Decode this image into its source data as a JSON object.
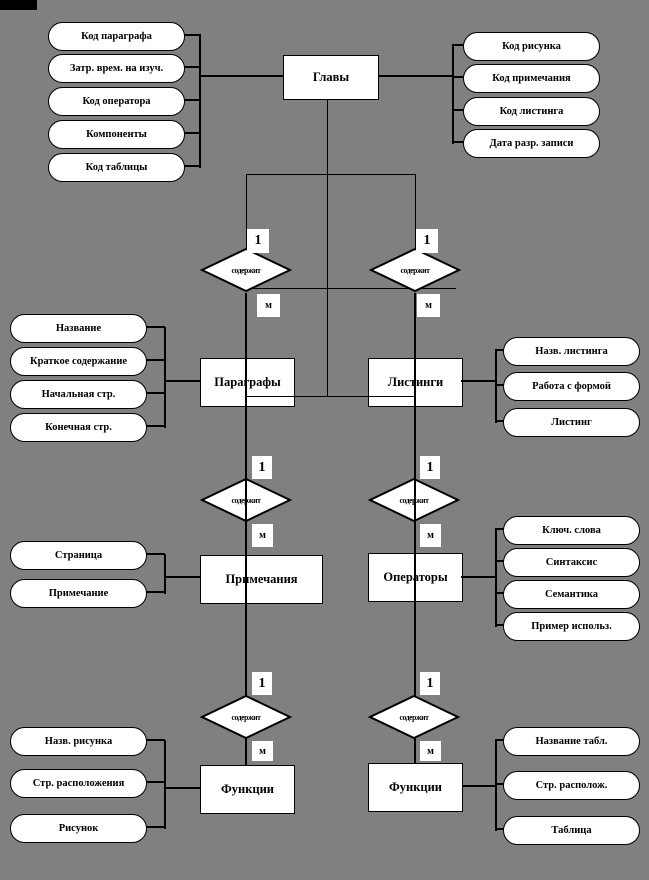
{
  "colors": {
    "background": "#808080",
    "shape_fill": "#ffffff",
    "line": "#000000"
  },
  "entities": {
    "glavy": "Главы",
    "paragrafy": "Параграфы",
    "listingi": "Листинги",
    "primechaniya": "Примечания",
    "operatory": "Операторы",
    "funkcii_left": "Функции",
    "funkcii_right": "Функции"
  },
  "relationships": {
    "label": "содержит",
    "one": "1",
    "many": "м"
  },
  "attributes": {
    "glavy_left": [
      "Код параграфа",
      "Затр. врем. на изуч.",
      "Код оператора",
      "Компоненты",
      "Код таблицы"
    ],
    "glavy_right": [
      "Код рисунка",
      "Код примечания",
      "Код листинга",
      "Дата разр. записи"
    ],
    "paragrafy": [
      "Название",
      "Краткое содержание",
      "Начальная стр.",
      "Конечная стр."
    ],
    "listingi": [
      "Назв. листинга",
      "Работа с формой",
      "Листинг"
    ],
    "primechaniya": [
      "Страница",
      "Примечание"
    ],
    "operatory": [
      "Ключ. слова",
      "Синтаксис",
      "Семантика",
      "Пример использ."
    ],
    "funkcii_left": [
      "Назв. рисунка",
      "Стр. расположения",
      "Рисунок"
    ],
    "funkcii_right": [
      "Название табл.",
      "Стр. располож.",
      "Таблица"
    ]
  }
}
